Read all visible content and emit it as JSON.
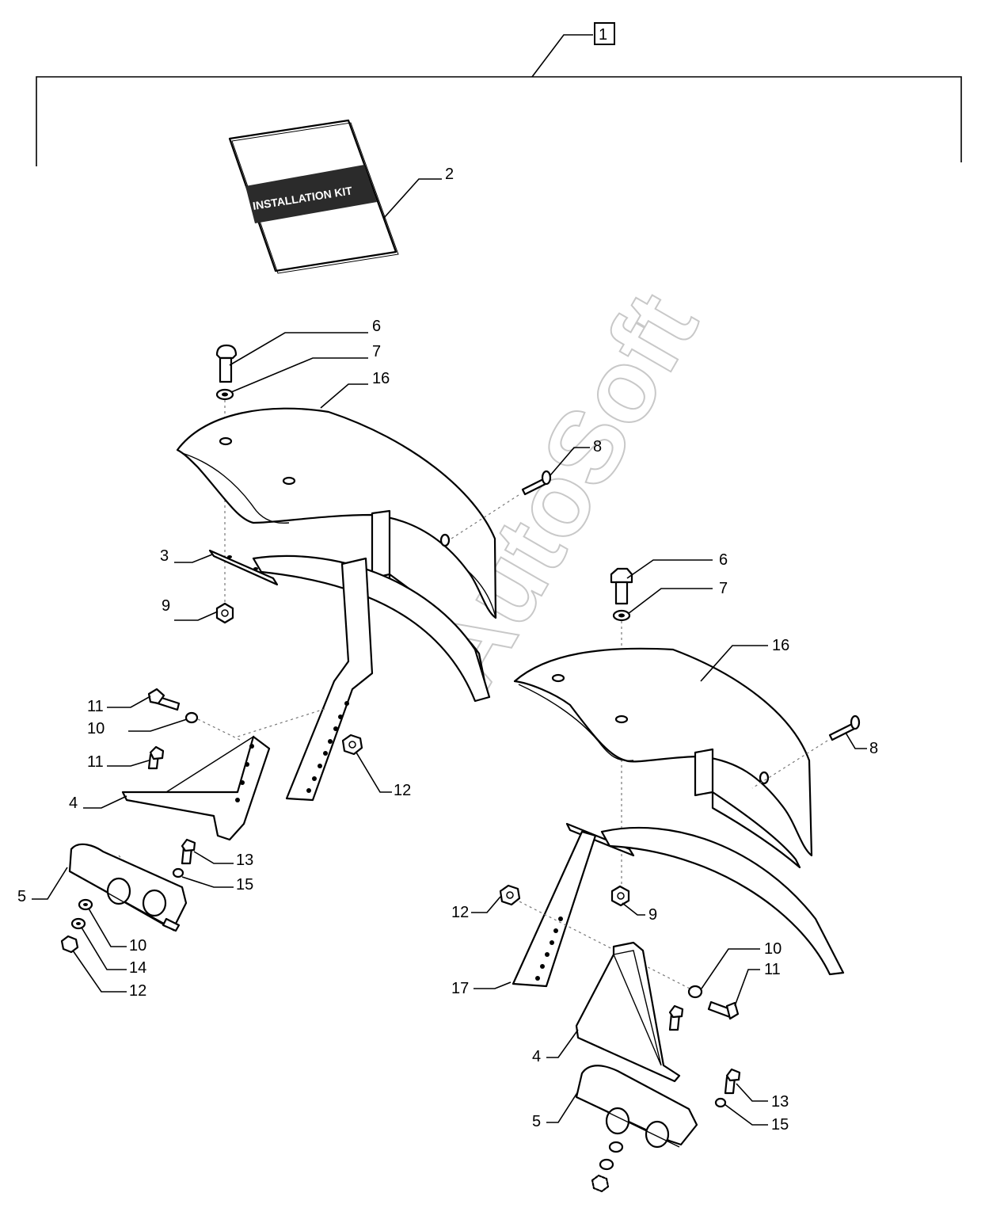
{
  "kit_label": "1",
  "manual_text": "INSTALLATION KIT",
  "watermark": "AutoSoft",
  "callouts": {
    "c2": "2",
    "c6a": "6",
    "c7a": "7",
    "c16a": "16",
    "c8a": "8",
    "c3": "3",
    "c9a": "9",
    "c11a": "11",
    "c10a": "10",
    "c11b": "11",
    "c4a": "4",
    "c12a": "12",
    "c13a": "13",
    "c15a": "15",
    "c5a": "5",
    "c10b": "10",
    "c14": "14",
    "c12b": "12",
    "c6b": "6",
    "c7b": "7",
    "c16b": "16",
    "c8b": "8",
    "c12c": "12",
    "c9b": "9",
    "c10c": "10",
    "c11c": "11",
    "c17": "17",
    "c4b": "4",
    "c13b": "13",
    "c5b": "5",
    "c15b": "15"
  }
}
